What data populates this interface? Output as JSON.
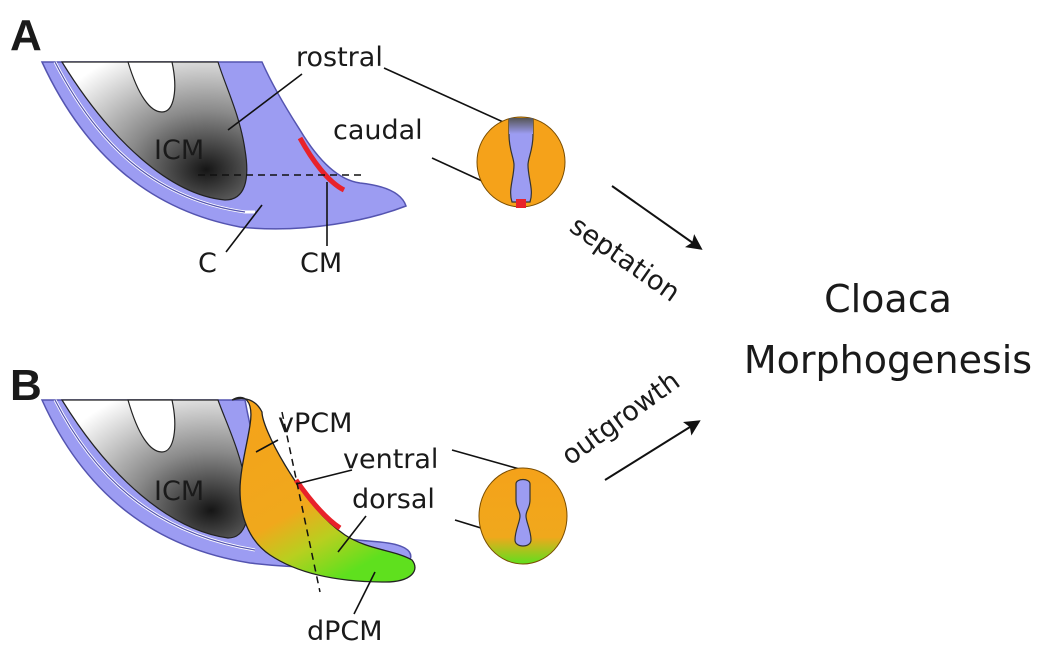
{
  "panels": {
    "A": {
      "letter": "A",
      "labels": {
        "rostral": "rostral",
        "caudal": "caudal",
        "icm": "ICM",
        "c": "C",
        "cm": "CM"
      },
      "arrow_label": "septation"
    },
    "B": {
      "letter": "B",
      "labels": {
        "vpcm": "vPCM",
        "ventral": "ventral",
        "dorsal": "dorsal",
        "icm": "ICM",
        "dpcm": "dPCM"
      },
      "arrow_label": "outgrowth"
    }
  },
  "outcome": {
    "line1": "Cloaca",
    "line2": "Morphogenesis"
  },
  "colors": {
    "mesenchyme_blue": "#9c9cf2",
    "blue_outline": "#5454b0",
    "orange": "#f5a21a",
    "green": "#6ee31e",
    "red": "#e8222a",
    "gray_dark": "#2b2b2b"
  }
}
